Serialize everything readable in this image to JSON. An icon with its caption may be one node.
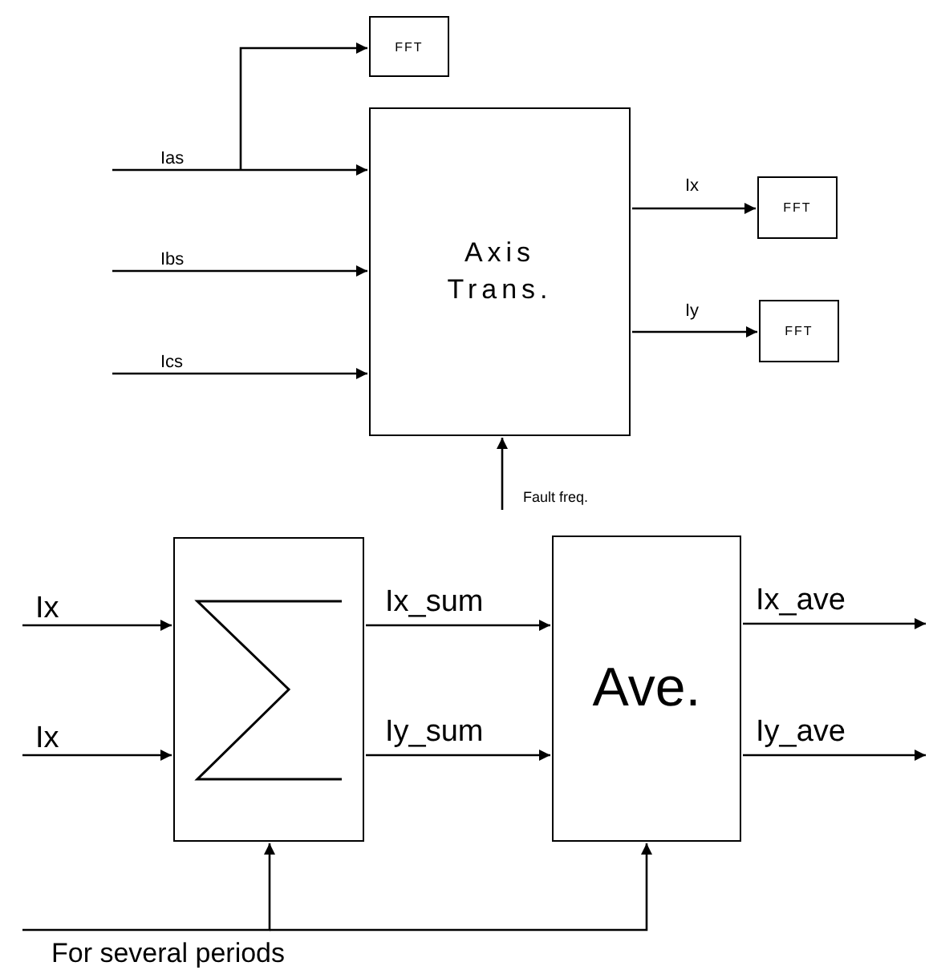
{
  "diagram": {
    "nodes": [
      {
        "text": [
          "FFT"
        ]
      },
      {
        "text": [
          "Axis Trans."
        ]
      },
      {
        "text": [
          "FFT"
        ]
      },
      {
        "text": [
          "FFT"
        ]
      },
      {
        "text": [],
        "shape": "box"
      },
      {
        "text": [
          "Ave."
        ]
      }
    ],
    "edges": [
      {
        "from": null,
        "to": 1,
        "arrow": "to",
        "label": "Ias"
      },
      {
        "from": null,
        "to": 0,
        "arrow": "to"
      },
      {
        "from": null,
        "to": 1,
        "arrow": "to",
        "label": "Ibs"
      },
      {
        "from": null,
        "to": 1,
        "arrow": "to",
        "label": "Ics"
      },
      {
        "from": 1,
        "to": 2,
        "arrow": "to",
        "label": "Ix"
      },
      {
        "from": 1,
        "to": 3,
        "arrow": "to",
        "label": "Iy"
      },
      {
        "from": null,
        "to": 1,
        "arrow": "to",
        "label": "Fault freq."
      },
      {
        "from": null,
        "to": 4,
        "arrow": "to",
        "label": "Ix"
      },
      {
        "from": null,
        "to": 4,
        "arrow": "to",
        "label": "Ix"
      },
      {
        "from": 4,
        "to": 5,
        "arrow": "to",
        "label": "Ix_sum"
      },
      {
        "from": 4,
        "to": 5,
        "arrow": "to",
        "label": "Iy_sum"
      },
      {
        "from": 5,
        "to": null,
        "arrow": "to",
        "label": "Ix_ave"
      },
      {
        "from": 5,
        "to": null,
        "arrow": "to",
        "label": "Iy_ave"
      },
      {
        "from": null,
        "to": 4,
        "arrow": "to",
        "label": "For several periods"
      },
      {
        "from": null,
        "to": 5,
        "arrow": "to"
      }
    ]
  }
}
